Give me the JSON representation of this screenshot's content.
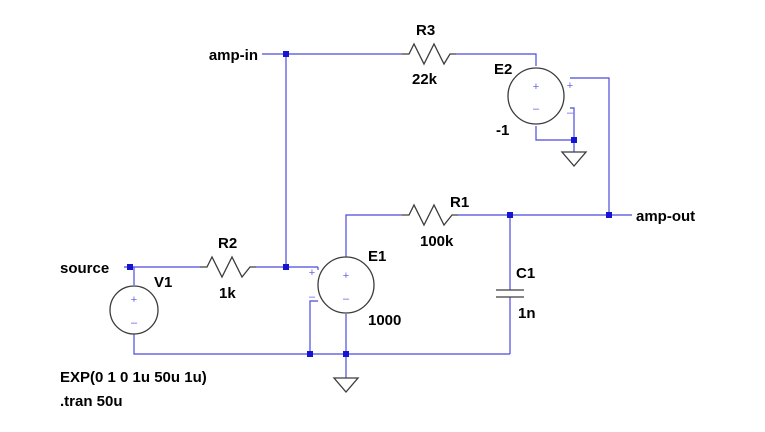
{
  "net_labels": {
    "amp_in": "amp-in",
    "source": "source",
    "amp_out": "amp-out"
  },
  "components": {
    "R3": {
      "name": "R3",
      "value": "22k"
    },
    "E2": {
      "name": "E2",
      "value": "-1"
    },
    "R1": {
      "name": "R1",
      "value": "100k"
    },
    "R2": {
      "name": "R2",
      "value": "1k"
    },
    "E1": {
      "name": "E1",
      "value": "1000"
    },
    "C1": {
      "name": "C1",
      "value": "1n"
    },
    "V1": {
      "name": "V1",
      "value": "EXP(0 1 0 1u 50u 1u)"
    }
  },
  "polarity": {
    "plus": "+",
    "minus": "–"
  },
  "directive": ".tran 50u",
  "colors": {
    "wire": "#4b4bdc",
    "node": "#1414d2",
    "symbol": "#3c3c3c",
    "text": "#000000"
  }
}
